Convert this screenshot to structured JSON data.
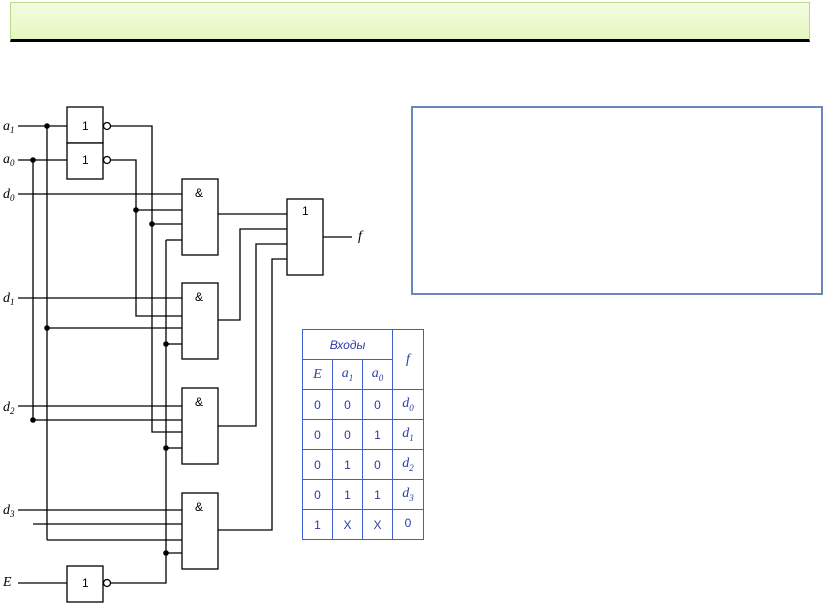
{
  "signals": {
    "a1": {
      "base": "a",
      "sub": "1"
    },
    "a0": {
      "base": "a",
      "sub": "0"
    },
    "d0": {
      "base": "d",
      "sub": "0"
    },
    "d1": {
      "base": "d",
      "sub": "1"
    },
    "d2": {
      "base": "d",
      "sub": "2"
    },
    "d3": {
      "base": "d",
      "sub": "3"
    },
    "E": "E",
    "f": "f"
  },
  "gates": {
    "inverter_symbol": "1",
    "and_symbol": "&",
    "or_symbol": "1"
  },
  "truth_table": {
    "group_header": "Входы",
    "output_header": "f",
    "col_E": "E",
    "col_a1": {
      "base": "a",
      "sub": "1"
    },
    "col_a0": {
      "base": "a",
      "sub": "0"
    },
    "rows": [
      {
        "E": "0",
        "a1": "0",
        "a0": "0",
        "f_base": "d",
        "f_sub": "0"
      },
      {
        "E": "0",
        "a1": "0",
        "a0": "1",
        "f_base": "d",
        "f_sub": "1"
      },
      {
        "E": "0",
        "a1": "1",
        "a0": "0",
        "f_base": "d",
        "f_sub": "2"
      },
      {
        "E": "0",
        "a1": "1",
        "a0": "1",
        "f_base": "d",
        "f_sub": "3"
      },
      {
        "E": "1",
        "a1": "X",
        "a0": "X",
        "f_base": "0",
        "f_sub": ""
      }
    ]
  },
  "colors": {
    "title_bar_fill": "#e6f7c0",
    "info_box_border": "#6b86b8",
    "table_border": "#3f5fd0",
    "table_text": "#2b3aa8"
  }
}
